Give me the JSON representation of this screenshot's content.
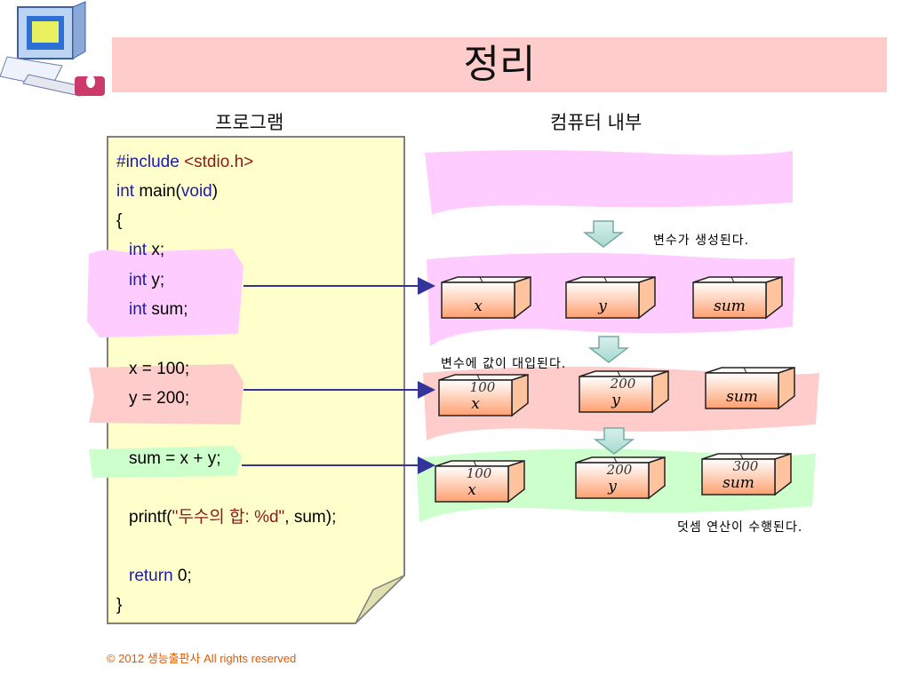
{
  "title": "정리",
  "program_header": "프로그램",
  "computer_header": "컴퓨터 내부",
  "code": {
    "include_kw": "#include",
    "include_hdr": "<stdio.h>",
    "main_type": "int",
    "main_name": " main(",
    "main_param": "void",
    "main_close": ")",
    "brace_open": "{",
    "decl_type": "int",
    "decl_x": " x;",
    "decl_y": " y;",
    "decl_sum": " sum;",
    "assign_x": "x = 100;",
    "assign_y": "y = 200;",
    "sum_line": "sum = x + y;",
    "printf_fn": "printf(",
    "printf_str": "\"두수의 합: %d\"",
    "printf_rest": ", sum);",
    "return_kw": "return",
    "return_val": " 0;",
    "brace_close": "}"
  },
  "notes": {
    "created": "변수가 생성된다.",
    "assigned": "변수에 값이 대입된다.",
    "added": "덧셈 연산이 수행된다."
  },
  "stage1": {
    "boxes": [
      {
        "name": "x"
      },
      {
        "name": "y"
      },
      {
        "name": "sum"
      }
    ]
  },
  "stage2": {
    "boxes": [
      {
        "name": "x",
        "value": "100"
      },
      {
        "name": "y",
        "value": "200"
      },
      {
        "name": "sum"
      }
    ]
  },
  "stage3": {
    "boxes": [
      {
        "name": "x",
        "value": "100"
      },
      {
        "name": "y",
        "value": "200"
      },
      {
        "name": "sum",
        "value": "300"
      }
    ]
  },
  "copyright": "© 2012 생능출판사  All rights reserved",
  "colors": {
    "title_bg": "#ffcccc",
    "paper": "#ffffcc",
    "pink": "#ffccff",
    "rose": "#ffcccc",
    "green": "#ccffcc",
    "arrow": "#33339a",
    "box_face": "#ffb38a",
    "bubble": "#c8c8f4"
  }
}
